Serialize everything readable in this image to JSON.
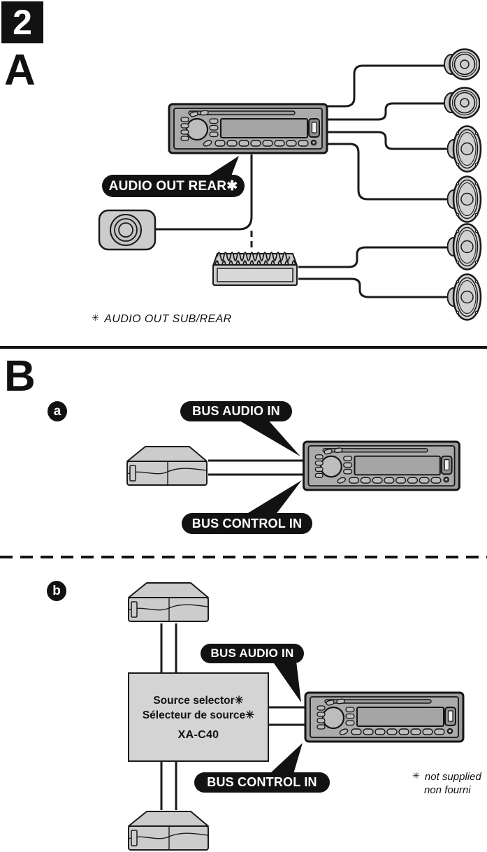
{
  "page": {
    "step_number": "2",
    "section_a_label": "A",
    "section_b_label": "B",
    "sub_section_a_badge": "a",
    "sub_section_b_badge": "b"
  },
  "callouts": {
    "audio_out_rear": "AUDIO OUT REAR✱",
    "bus_audio_in": "BUS AUDIO IN",
    "bus_control_in": "BUS CONTROL IN"
  },
  "footnotes": {
    "sub_rear": {
      "marker": "✳",
      "text": "AUDIO OUT SUB/REAR"
    },
    "not_supplied": {
      "marker": "✳",
      "line1": "not supplied",
      "line2": "non fourni"
    }
  },
  "source_selector": {
    "name_en": "Source selector✳",
    "name_fr": "Sélecteur de source✳",
    "model": "XA-C40"
  },
  "colors": {
    "label_bg": "#121212",
    "label_text": "#ffffff",
    "device_fill": "#cccccc",
    "line": "#1a1a1a"
  }
}
